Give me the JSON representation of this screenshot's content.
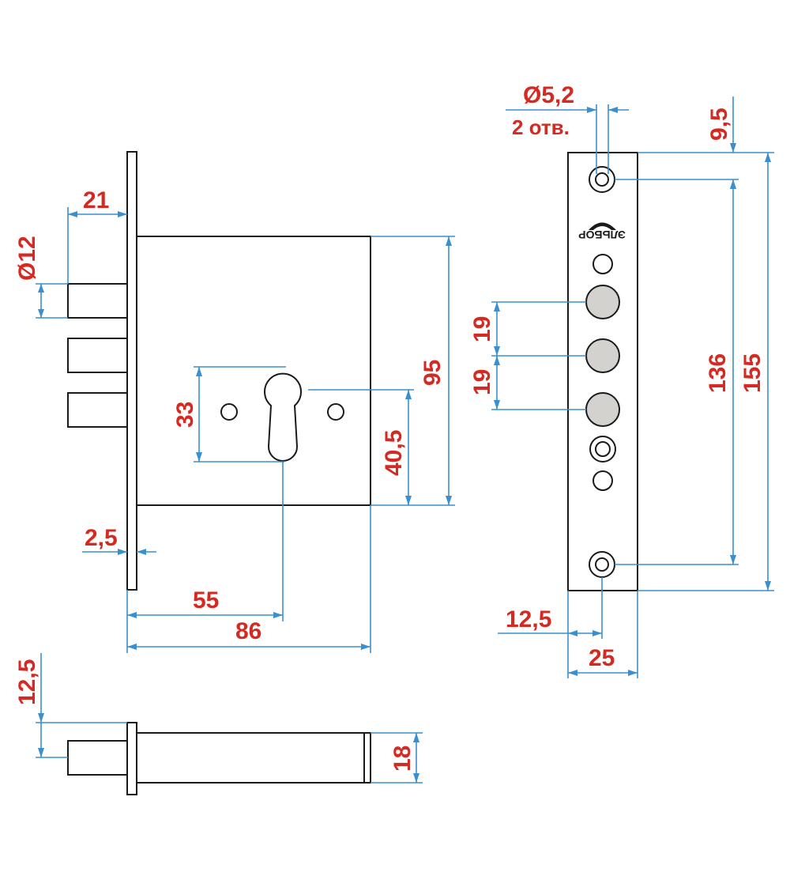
{
  "front_view": {
    "dim_faceplate_offset": "21",
    "dim_bolt_diameter": "Ø12",
    "dim_hole_spacing": "33",
    "dim_cylinder_height": "40,5",
    "dim_body_height": "95",
    "dim_faceplate_thickness": "2,5",
    "dim_backset": "55",
    "dim_body_length": "86"
  },
  "bottom_view": {
    "dim_bolt_offset": "12,5",
    "dim_body_thickness": "18"
  },
  "faceplate_view": {
    "dim_mount_hole": "Ø5,2",
    "dim_mount_hole_count": "2 отв.",
    "dim_top_offset": "9,5",
    "dim_bolt_pitch_1": "19",
    "dim_bolt_pitch_2": "19",
    "dim_hole_spacing": "136",
    "dim_faceplate_length": "155",
    "dim_center_offset": "12,5",
    "dim_faceplate_width": "25",
    "brand_logo": "ЭЛЬБОР"
  },
  "colors": {
    "outline": "#1a1a1a",
    "dimension_line": "#3a8fd0",
    "dimension_text": "#d42a22",
    "bolt_fill": "#d4d2cf"
  }
}
